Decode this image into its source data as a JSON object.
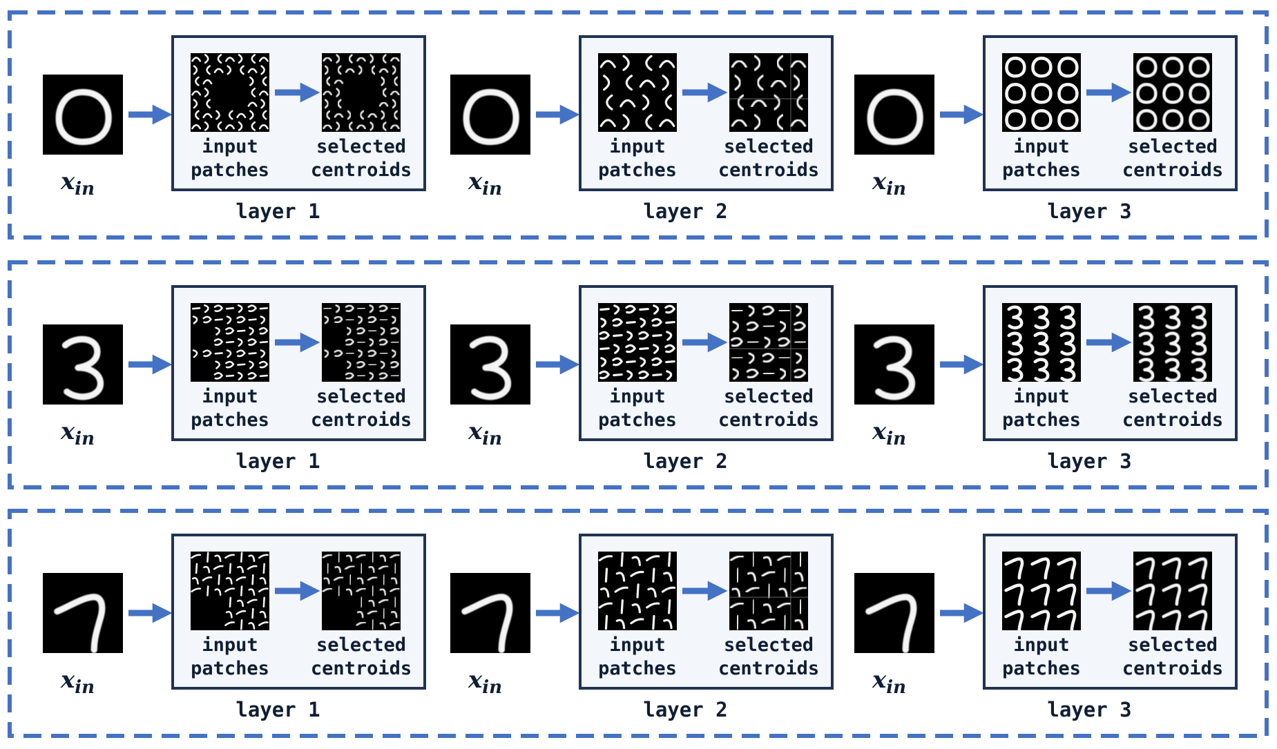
{
  "colors": {
    "accent_blue": "#4472c4",
    "box_border": "#1f3354",
    "box_fill": "#f3f6fb",
    "text": "#0f1e34"
  },
  "labels": {
    "x_base": "x",
    "x_sub": "in",
    "input_line1": "input",
    "input_line2": "patches",
    "centroid_line1": "selected",
    "centroid_line2": "centroids"
  },
  "rows": [
    {
      "digit": "0",
      "layers": [
        {
          "title": "layer 1",
          "patch_grid": 7,
          "centroid_grid": 7
        },
        {
          "title": "layer 2",
          "patch_grid": 4,
          "centroid_grid": 4
        },
        {
          "title": "layer 3",
          "patch_grid": 3,
          "centroid_grid": 3
        }
      ]
    },
    {
      "digit": "3",
      "layers": [
        {
          "title": "layer 1",
          "patch_grid": 7,
          "centroid_grid": 7
        },
        {
          "title": "layer 2",
          "patch_grid": 6,
          "centroid_grid": 5
        },
        {
          "title": "layer 3",
          "patch_grid": 3,
          "centroid_grid": 3
        }
      ]
    },
    {
      "digit": "7",
      "layers": [
        {
          "title": "layer 1",
          "patch_grid": 7,
          "centroid_grid": 7
        },
        {
          "title": "layer 2",
          "patch_grid": 5,
          "centroid_grid": 5
        },
        {
          "title": "layer 3",
          "patch_grid": 3,
          "centroid_grid": 3
        }
      ]
    }
  ]
}
